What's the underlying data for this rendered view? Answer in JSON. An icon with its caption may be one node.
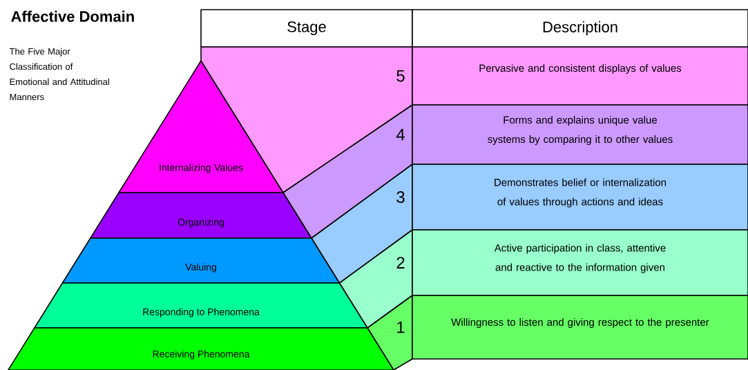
{
  "diagram": {
    "title": "Affective Domain",
    "nodes": [
      {
        "text": [
          "Stage"
        ]
      },
      {
        "text": [
          "Description"
        ]
      },
      {
        "text": [
          "Internalizing Values"
        ]
      },
      {
        "text": [
          "Organizing"
        ]
      },
      {
        "text": [
          "Valuing"
        ]
      },
      {
        "text": [
          "Responding to Phenomena"
        ]
      },
      {
        "text": [
          "Receiving Phenomena"
        ]
      },
      {
        "text": [
          "5"
        ]
      },
      {
        "text": [
          "4"
        ]
      },
      {
        "text": [
          "3"
        ]
      },
      {
        "text": [
          "2"
        ]
      },
      {
        "text": [
          "1"
        ]
      },
      {
        "text": [
          "Pervasive and consistent displays of values"
        ]
      },
      {
        "text": [
          "Forms and explains unique value systems by comparing it to other values"
        ]
      },
      {
        "text": [
          "Demonstrates belief or internalization of values through actions and ideas"
        ]
      },
      {
        "text": [
          "Active participation in class, attentive and reactive to the information given"
        ]
      },
      {
        "text": [
          "Willingness to listen and giving respect to the presenter"
        ]
      }
    ],
    "labels": [
      "The Five Major Classification of Emotional and Attitudinal Manners"
    ]
  }
}
